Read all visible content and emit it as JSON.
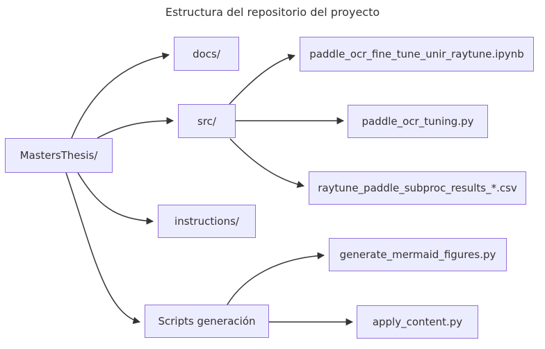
{
  "diagram": {
    "title": "Estructura del repositorio del proyecto",
    "type": "flowchart",
    "direction": "left-to-right",
    "nodes": {
      "root": {
        "label": "MastersThesis/"
      },
      "docs": {
        "label": "docs/"
      },
      "src": {
        "label": "src/"
      },
      "instructions": {
        "label": "instructions/"
      },
      "scripts": {
        "label": "Scripts generación"
      },
      "ipynb": {
        "label": "paddle_ocr_fine_tune_unir_raytune.ipynb"
      },
      "tuning": {
        "label": "paddle_ocr_tuning.py"
      },
      "csv": {
        "label": "raytune_paddle_subproc_results_*.csv"
      },
      "generate": {
        "label": "generate_mermaid_figures.py"
      },
      "apply": {
        "label": "apply_content.py"
      }
    },
    "edges": [
      {
        "from": "MastersThesis/",
        "to": "docs/"
      },
      {
        "from": "MastersThesis/",
        "to": "src/"
      },
      {
        "from": "MastersThesis/",
        "to": "instructions/"
      },
      {
        "from": "MastersThesis/",
        "to": "Scripts generación"
      },
      {
        "from": "src/",
        "to": "paddle_ocr_fine_tune_unir_raytune.ipynb"
      },
      {
        "from": "src/",
        "to": "paddle_ocr_tuning.py"
      },
      {
        "from": "src/",
        "to": "raytune_paddle_subproc_results_*.csv"
      },
      {
        "from": "Scripts generación",
        "to": "generate_mermaid_figures.py"
      },
      {
        "from": "Scripts generación",
        "to": "apply_content.py"
      }
    ],
    "colors": {
      "node_fill": "#ECECFF",
      "node_border": "#9370DB",
      "text": "#333333",
      "edge": "#333333",
      "background": "#FFFFFF"
    }
  }
}
